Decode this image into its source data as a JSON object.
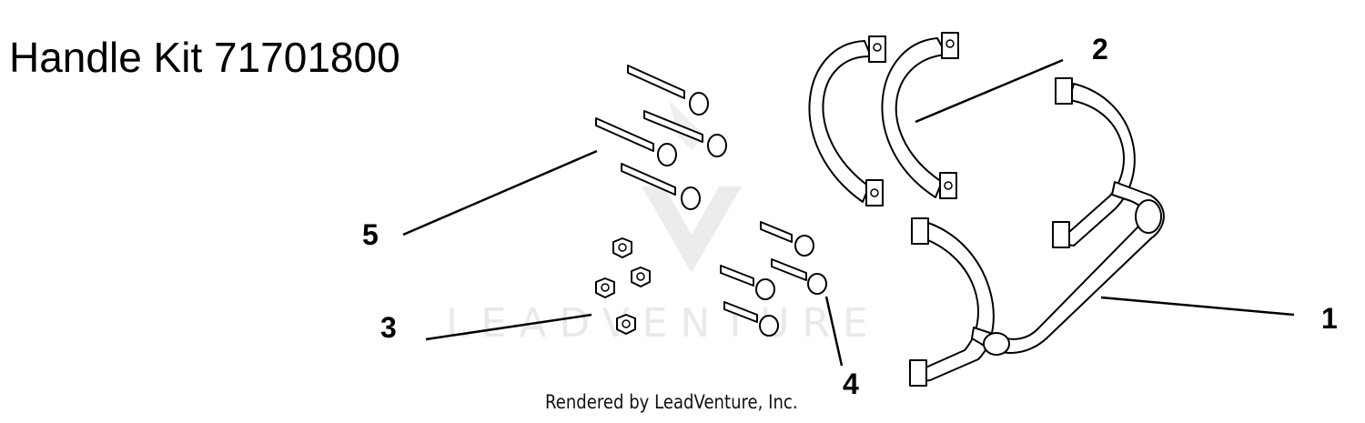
{
  "title": "Handle Kit 71701800",
  "watermark": "LEADVENTURE",
  "credit": "Rendered by LeadVenture, Inc.",
  "callouts": {
    "c1": "1",
    "c2": "2",
    "c3": "3",
    "c4": "4",
    "c5": "5"
  }
}
